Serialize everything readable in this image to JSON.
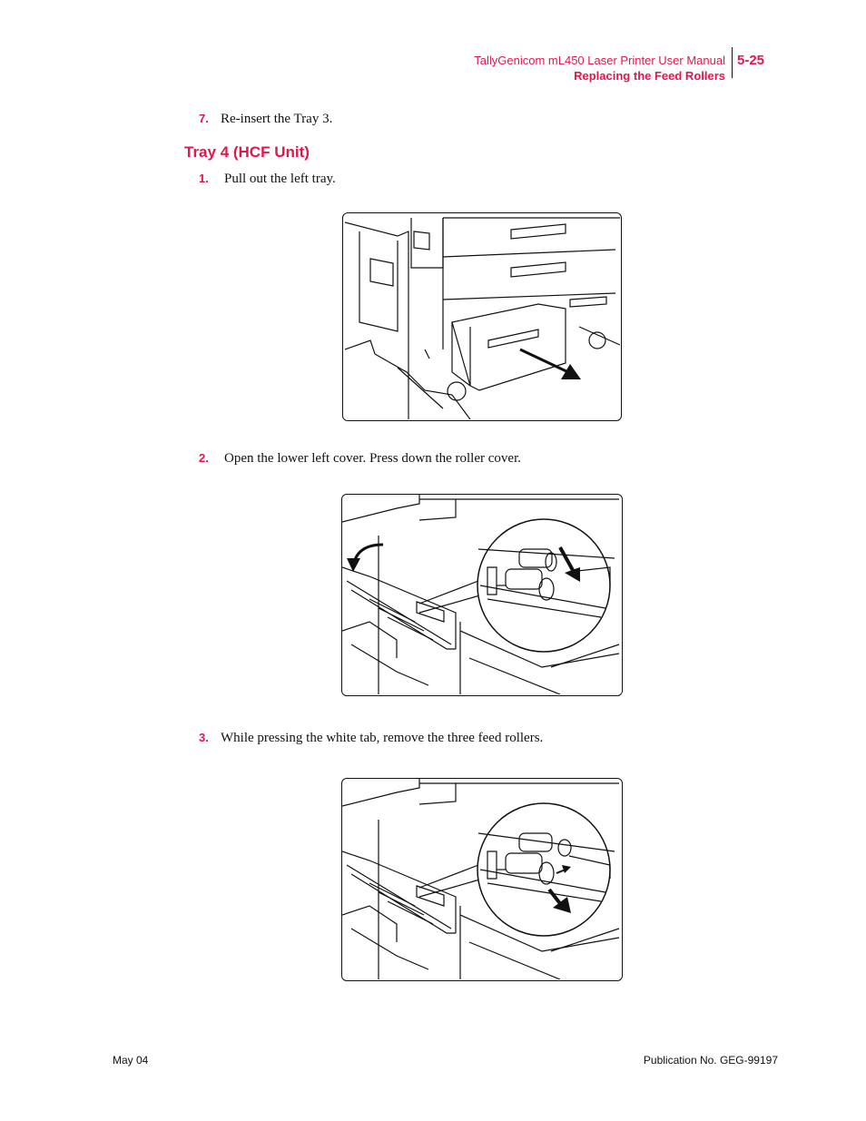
{
  "header": {
    "manual_title": "TallyGenicom mL450 Laser Printer User Manual",
    "section_title": "Replacing the Feed Rollers",
    "page_number": "5-25"
  },
  "prior_step": {
    "number": "7.",
    "text": "Re-insert the Tray 3."
  },
  "section": {
    "heading": "Tray 4 (HCF Unit)",
    "steps": [
      {
        "number": "1.",
        "text": "Pull out the left tray."
      },
      {
        "number": "2.",
        "text": "Open the lower left cover. Press down the roller cover."
      },
      {
        "number": "3.",
        "text": "While pressing the white tab, remove the three feed rollers."
      }
    ]
  },
  "footer": {
    "date": "May 04",
    "publication": "Publication No. GEG-99197"
  },
  "colors": {
    "accent": "#e0184a",
    "text": "#111111"
  }
}
